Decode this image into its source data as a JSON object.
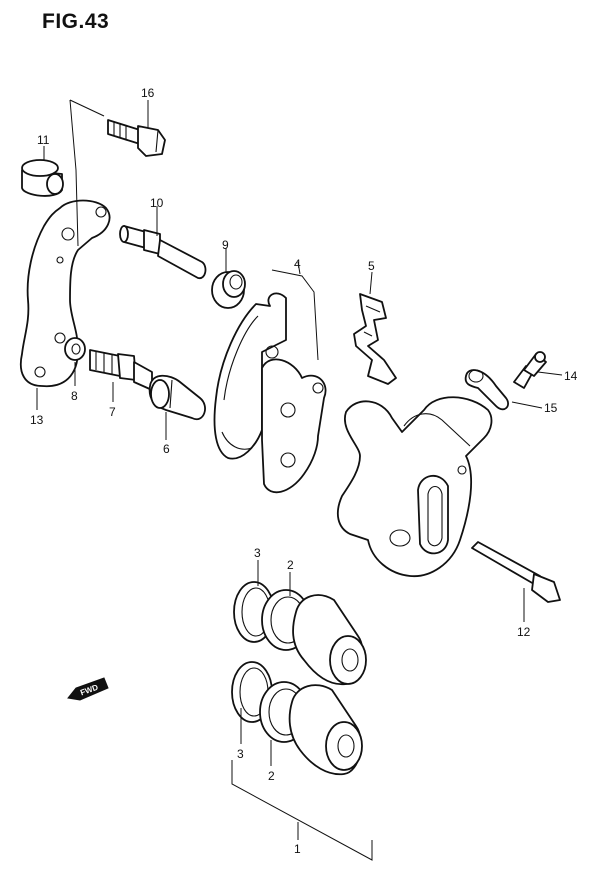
{
  "figure": {
    "title": "FIG.43"
  },
  "callouts": {
    "c1": "1",
    "c2a": "2",
    "c2b": "2",
    "c3a": "3",
    "c3b": "3",
    "c4": "4",
    "c5": "5",
    "c6": "6",
    "c7": "7",
    "c8": "8",
    "c9": "9",
    "c10": "10",
    "c11": "11",
    "c12": "12",
    "c13": "13",
    "c14": "14",
    "c15": "15",
    "c16": "16"
  },
  "direction_badge": {
    "text": "FWD"
  }
}
